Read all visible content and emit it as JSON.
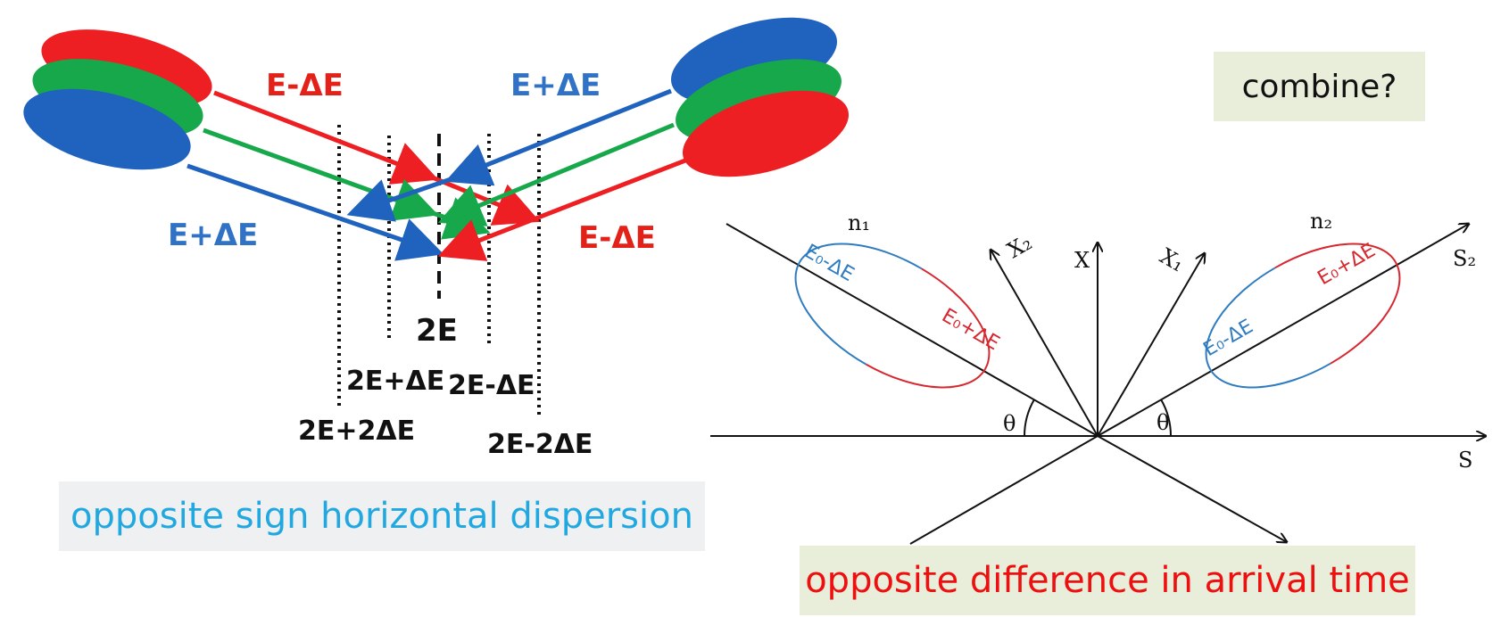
{
  "colors": {
    "red": "#ee1f22",
    "green": "#16a84a",
    "blue": "#1f63be",
    "label_red": "#e32119",
    "label_blue": "#3072c5",
    "ellipse_blue": "#2f7cc0",
    "ellipse_red": "#d72830",
    "axis": "#111111"
  },
  "left_diagram": {
    "label_top_left": "E-ΔE",
    "label_top_right": "E+ΔE",
    "label_bottom_left": "E+ΔE",
    "label_bottom_right": "E-ΔE",
    "center": "2E",
    "plus_one": "2E+ΔE",
    "minus_one": "2E-ΔE",
    "plus_two": "2E+2ΔE",
    "minus_two": "2E-2ΔE"
  },
  "right_diagram": {
    "n1": "n₁",
    "n2": "n₂",
    "x": "X",
    "x1": "X₁",
    "x2": "X₂",
    "s": "S",
    "s2": "S₂",
    "theta_left": "θ",
    "theta_right": "θ",
    "left_ellipse_blue": "E₀-ΔE",
    "left_ellipse_red": "E₀+ΔE",
    "right_ellipse_blue": "E₀-ΔE",
    "right_ellipse_red": "E₀+ΔE"
  },
  "callouts": {
    "combine": "combine?",
    "dispersion": "opposite sign horizontal dispersion",
    "arrival": "opposite difference in arrival time"
  }
}
